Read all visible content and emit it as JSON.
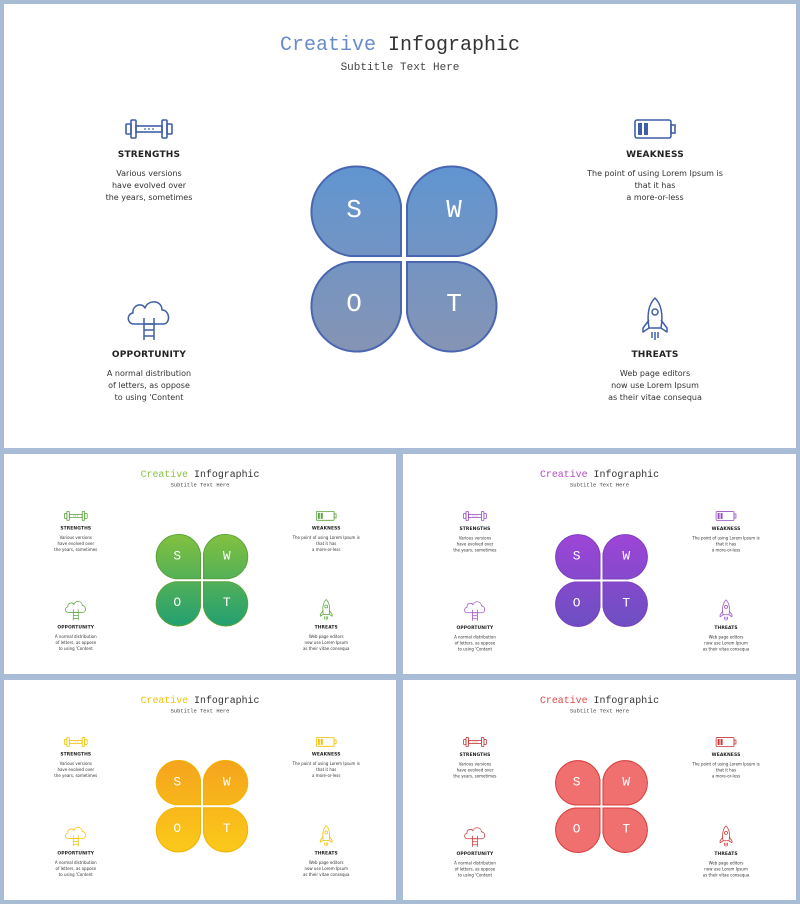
{
  "slides": [
    {
      "theme": "blue",
      "colors": {
        "accent": "#6a8cc9",
        "top": "#5f95d2",
        "bottom": "#8794b3",
        "stroke": "#4a66b0",
        "icon": "#3f5fa8"
      },
      "title_accent": "Creative",
      "title_rest": "Infographic",
      "subtitle": "Subtitle Text Here",
      "letters": [
        "S",
        "W",
        "O",
        "T"
      ],
      "blocks": {
        "strengths": {
          "icon": "dumbbell-icon",
          "head": "STRENGTHS",
          "lines": [
            "Various versions",
            "have evolved over",
            "the years, sometimes"
          ]
        },
        "weakness": {
          "icon": "battery-icon",
          "head": "WEAKNESS",
          "lines": [
            "The point of using Lorem Ipsum is",
            "that it has",
            "a more-or-less"
          ]
        },
        "opportunity": {
          "icon": "cloud-ladder-icon",
          "head": "OPPORTUNITY",
          "lines": [
            "A normal distribution",
            "of letters, as oppose",
            "to using 'Content"
          ]
        },
        "threats": {
          "icon": "rocket-icon",
          "head": "THREATS",
          "lines": [
            "Web page editors",
            "now use Lorem Ipsum",
            "as their vitae consequa"
          ]
        }
      }
    },
    {
      "theme": "green",
      "colors": {
        "accent": "#8bc34a",
        "top": "#86c23d",
        "bottom": "#1f9e73",
        "stroke": "#5aa23a",
        "icon": "#5aa23a"
      },
      "title_accent": "Creative",
      "title_rest": "Infographic",
      "subtitle": "Subtitle Text Here",
      "letters": [
        "S",
        "W",
        "O",
        "T"
      ],
      "blocks": {
        "strengths": {
          "icon": "dumbbell-icon",
          "head": "STRENGTHS",
          "lines": [
            "Various versions",
            "have evolved over",
            "the years, sometimes"
          ]
        },
        "weakness": {
          "icon": "battery-icon",
          "head": "WEAKNESS",
          "lines": [
            "The point of using Lorem Ipsum is",
            "that it has",
            "a more-or-less"
          ]
        },
        "opportunity": {
          "icon": "cloud-ladder-icon",
          "head": "OPPORTUNITY",
          "lines": [
            "A normal distribution",
            "of letters, as oppose",
            "to using 'Content"
          ]
        },
        "threats": {
          "icon": "rocket-icon",
          "head": "THREATS",
          "lines": [
            "Web page editors",
            "now use Lorem Ipsum",
            "as their vitae consequa"
          ]
        }
      }
    },
    {
      "theme": "purple",
      "colors": {
        "accent": "#b04fc4",
        "top": "#a044d8",
        "bottom": "#6a4fc0",
        "stroke": "#7b3fc2",
        "icon": "#9a4fc4"
      },
      "title_accent": "Creative",
      "title_rest": "Infographic",
      "subtitle": "Subtitle Text Here",
      "letters": [
        "S",
        "W",
        "O",
        "T"
      ],
      "blocks": {
        "strengths": {
          "icon": "dumbbell-icon",
          "head": "STRENGTHS",
          "lines": [
            "Various versions",
            "have evolved over",
            "the years, sometimes"
          ]
        },
        "weakness": {
          "icon": "battery-icon",
          "head": "WEAKNESS",
          "lines": [
            "The point of using Lorem Ipsum is",
            "that it has",
            "a more-or-less"
          ]
        },
        "opportunity": {
          "icon": "cloud-ladder-icon",
          "head": "OPPORTUNITY",
          "lines": [
            "A normal distribution",
            "of letters, as oppose",
            "to using 'Content"
          ]
        },
        "threats": {
          "icon": "rocket-icon",
          "head": "THREATS",
          "lines": [
            "Web page editors",
            "now use Lorem Ipsum",
            "as their vitae consequa"
          ]
        }
      }
    },
    {
      "theme": "yellow",
      "colors": {
        "accent": "#f2c200",
        "top": "#f5a21c",
        "bottom": "#fbcb1a",
        "stroke": "#f0b400",
        "icon": "#f0c000"
      },
      "title_accent": "Creative",
      "title_rest": "Infographic",
      "subtitle": "Subtitle Text Here",
      "letters": [
        "S",
        "W",
        "O",
        "T"
      ],
      "blocks": {
        "strengths": {
          "icon": "dumbbell-icon",
          "head": "STRENGTHS",
          "lines": [
            "Various versions",
            "have evolved over",
            "the years, sometimes"
          ]
        },
        "weakness": {
          "icon": "battery-icon",
          "head": "WEAKNESS",
          "lines": [
            "The point of using Lorem Ipsum is",
            "that it has",
            "a more-or-less"
          ]
        },
        "opportunity": {
          "icon": "cloud-ladder-icon",
          "head": "OPPORTUNITY",
          "lines": [
            "A normal distribution",
            "of letters, as oppose",
            "to using 'Content"
          ]
        },
        "threats": {
          "icon": "rocket-icon",
          "head": "THREATS",
          "lines": [
            "Web page editors",
            "now use Lorem Ipsum",
            "as their vitae consequa"
          ]
        }
      }
    },
    {
      "theme": "red",
      "colors": {
        "accent": "#e04848",
        "top": "#f07070",
        "bottom": "#f07070",
        "stroke": "#d83a3a",
        "icon": "#cc3333"
      },
      "title_accent": "Creative",
      "title_rest": "Infographic",
      "subtitle": "Subtitle Text Here",
      "letters": [
        "S",
        "W",
        "O",
        "T"
      ],
      "blocks": {
        "strengths": {
          "icon": "dumbbell-icon",
          "head": "STRENGTHS",
          "lines": [
            "Various versions",
            "have evolved over",
            "the years, sometimes"
          ]
        },
        "weakness": {
          "icon": "battery-icon",
          "head": "WEAKNESS",
          "lines": [
            "The point of using Lorem Ipsum is",
            "that it has",
            "a more-or-less"
          ]
        },
        "opportunity": {
          "icon": "cloud-ladder-icon",
          "head": "OPPORTUNITY",
          "lines": [
            "A normal distribution",
            "of letters, as oppose",
            "to using 'Content"
          ]
        },
        "threats": {
          "icon": "rocket-icon",
          "head": "THREATS",
          "lines": [
            "Web page editors",
            "now use Lorem Ipsum",
            "as their vitae consequa"
          ]
        }
      }
    }
  ]
}
